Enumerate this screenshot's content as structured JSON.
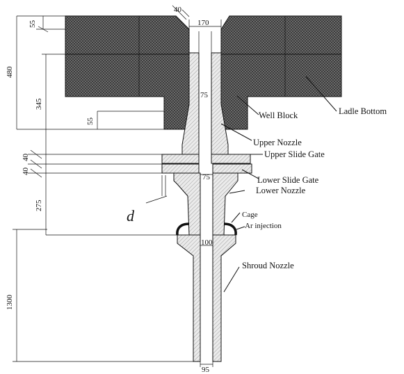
{
  "labels": {
    "ladle_bottom": "Ladle Bottom",
    "well_block": "Well Block",
    "upper_nozzle": "Upper Nozzle",
    "upper_slide_gate": "Upper Slide Gate",
    "lower_slide_gate": "Lower Slide Gate",
    "lower_nozzle": "Lower Nozzle",
    "cage": "Cage",
    "ar_injection": "Ar injection",
    "shroud_nozzle": "Shroud Nozzle",
    "d_symbol": "d"
  },
  "dimensions": {
    "d40_top": "40",
    "d170": "170",
    "d55_top": "55",
    "d480": "480",
    "d345": "345",
    "d55_mid": "55",
    "d75_upper": "75",
    "d40_a": "40",
    "d40_b": "40",
    "d75_lower": "75",
    "d275": "275",
    "d100": "100",
    "d1300": "1300",
    "d95": "95"
  },
  "colors": {
    "refractory_dark": "#555555",
    "nozzle_hatch": "#cfcfcf",
    "line": "#111111"
  }
}
